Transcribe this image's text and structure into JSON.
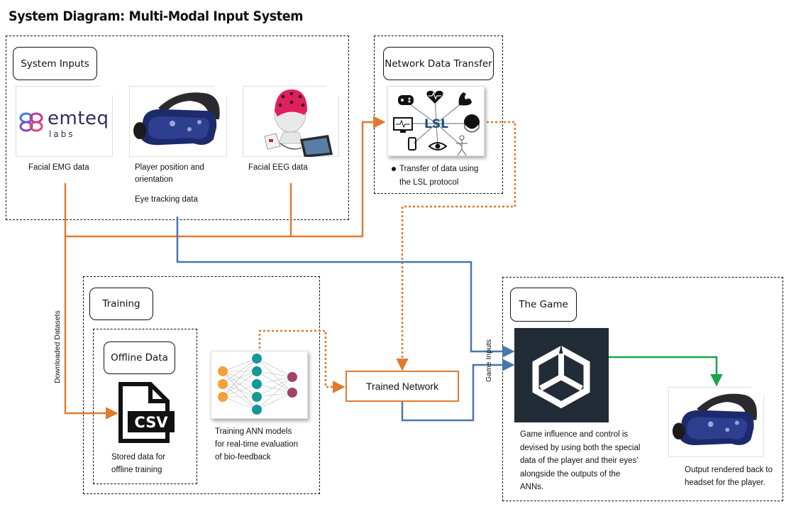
{
  "title": "System Diagram: Multi-Modal Input System",
  "colors": {
    "orange": "#e07a2e",
    "blue": "#4a76a8",
    "green": "#1aa34a",
    "teal": "#16979b",
    "node_orange": "#f2a13b",
    "node_purple": "#a0436a"
  },
  "inputs": {
    "header": "System Inputs",
    "emteq_logo_text": "emteq",
    "emteq_logo_sub": "labs",
    "emg_label": "Facial EMG data",
    "position_label_1": "Player position and",
    "position_label_2": "orientation",
    "eye_label": "Eye tracking data",
    "eeg_label": "Facial EEG data"
  },
  "network": {
    "header": "Network Data Transfer",
    "lsl_text": "LSL",
    "bullet_1": "Transfer of data using",
    "bullet_2": "the LSL protocol"
  },
  "training": {
    "header": "Training",
    "offline_header": "Offline Data",
    "csv_text": "CSV",
    "stored_1": "Stored data for",
    "stored_2": "offline training",
    "ann_1": "Training ANN models",
    "ann_2": "for real-time evaluation",
    "ann_3": "of bio-feedback"
  },
  "trained_network": "Trained Network",
  "downloaded_datasets": "Downloaded Datasets",
  "game_inputs": "Game Inputs",
  "game": {
    "header": "The Game",
    "desc_1": "Game influence and control is",
    "desc_2": "devised by using both the special",
    "desc_3": "data of the player and their eyes'",
    "desc_4": "alongside the outputs of the",
    "desc_5": "ANNs.",
    "output_1": "Output rendered back to",
    "output_2": "headset for the player."
  },
  "icons": [
    "gamepad-icon",
    "heart-rate-icon",
    "flexed-arm-icon",
    "monitor-icon",
    "smartphone-icon",
    "eye-icon",
    "skeleton-icon",
    "eeg-head-icon",
    "unity-logo",
    "csv-file-icon",
    "vr-headset-icon",
    "eeg-cap-icon"
  ]
}
